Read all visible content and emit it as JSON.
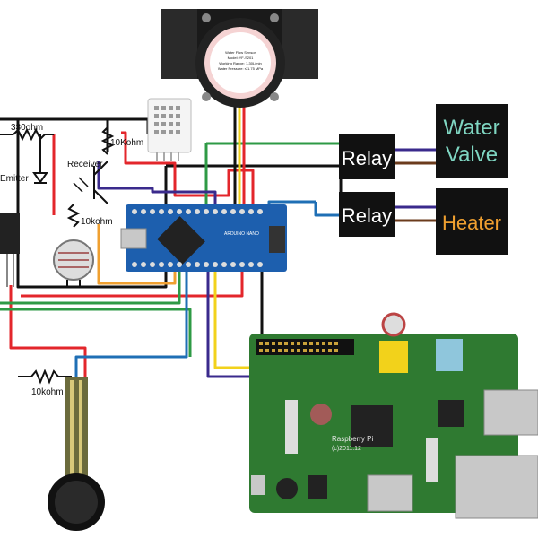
{
  "labels": {
    "resistor_330": "330ohm",
    "resistor_10k_top": "10Kohm",
    "emitter": "Emitter",
    "receiver": "Receiver",
    "resistor_10k_mid": "10kohm",
    "resistor_10k_bottom": "10kohm",
    "relay_1": "Relay",
    "relay_2": "Relay",
    "water_valve_line1": "Water",
    "water_valve_line2": "Valve",
    "heater": "Heater",
    "flow_sensor_text_1": "Water Flow Sensor",
    "flow_sensor_text_2": "Model: YF-S201",
    "flow_sensor_text_3": "Working Range: 1-30L/min",
    "flow_sensor_text_4": "Water Pressure: ≤ 1.75 MPa",
    "arduino_brand": "ARDUINO NANO",
    "raspberry_text_1": "Raspberry Pi",
    "raspberry_text_2": "(c)2011.12"
  },
  "colors": {
    "wire_red": "#e3262b",
    "wire_green": "#2e9a45",
    "wire_blue": "#1f6fb5",
    "wire_purple": "#3a2a8c",
    "wire_yellow": "#f2d21b",
    "wire_orange": "#f0a030",
    "wire_black": "#111111",
    "wire_brown": "#6b3b1c",
    "valve_text": "#7fd6c2",
    "heater_text": "#f0a030",
    "arduino_board": "#1d5fae",
    "pi_board": "#2f7a31"
  }
}
